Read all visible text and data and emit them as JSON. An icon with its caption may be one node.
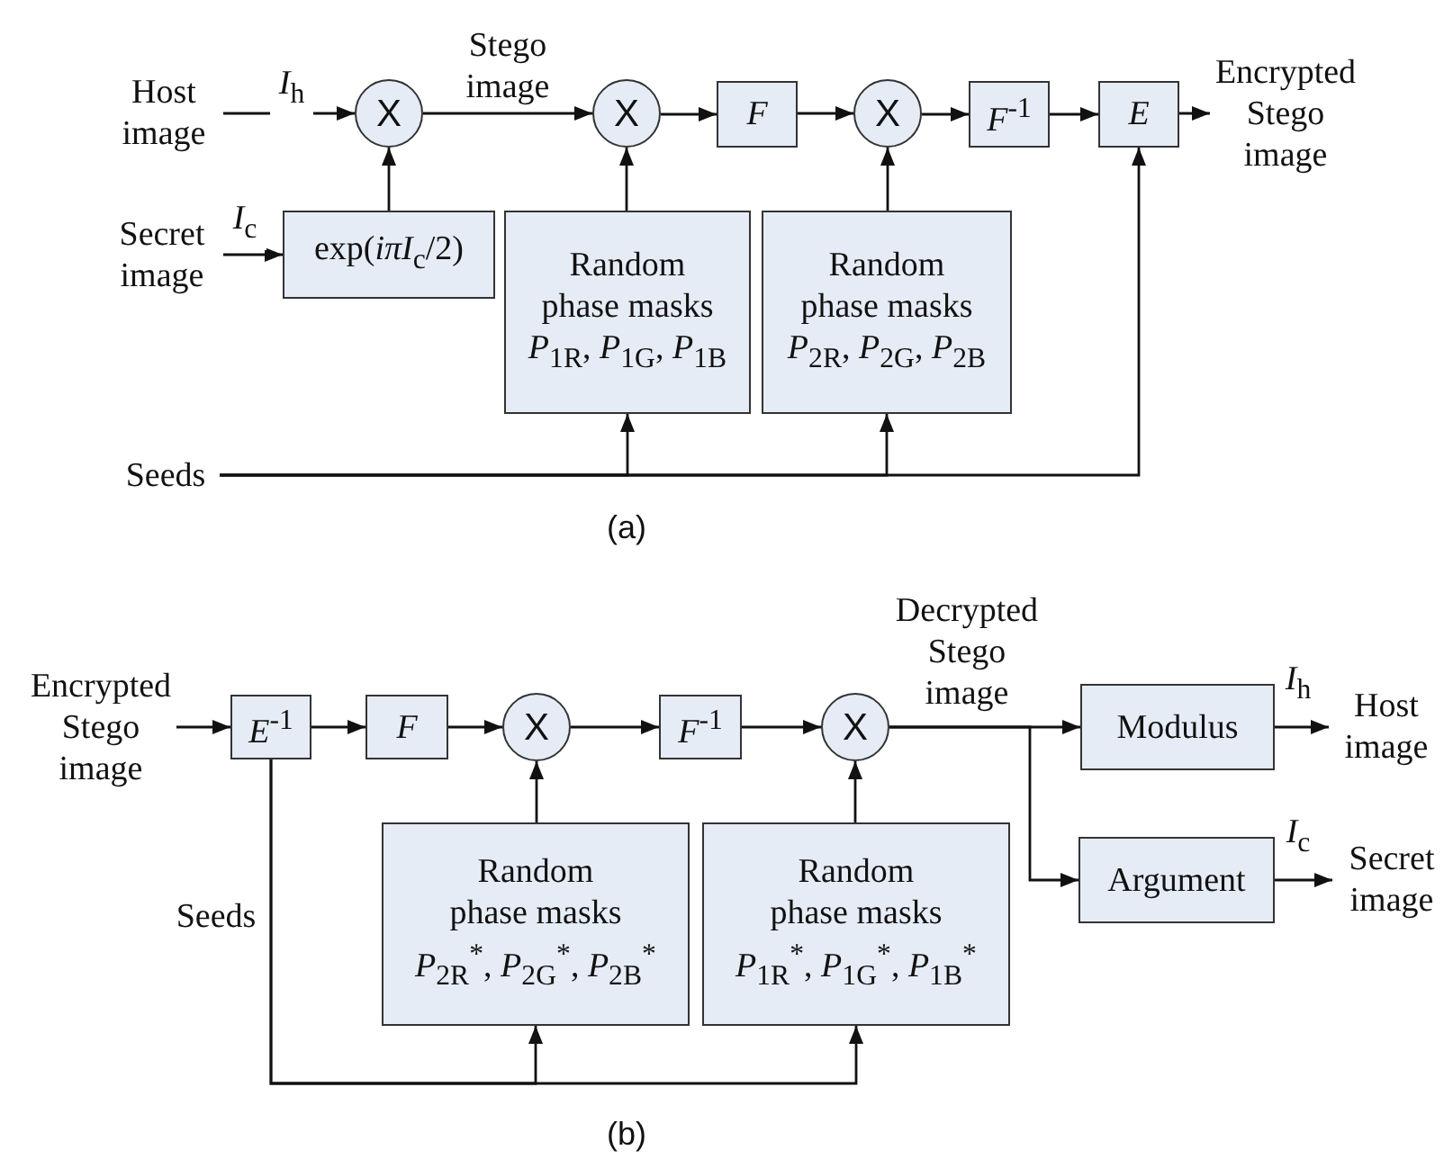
{
  "diagram": {
    "nodes": [
      {
        "text": [
          "Host image"
        ]
      },
      {
        "text": [
          "Secret image"
        ]
      },
      {
        "text": [
          "X"
        ]
      },
      {
        "text": [
          "exp(*iπI*$_{c}$/2)"
        ]
      },
      {
        "text": [
          "X"
        ]
      },
      {
        "text": [
          "Random phase masks",
          "*P*$_{1R}$, *P*$_{1G}$, *P*$_{1B}$"
        ]
      },
      {
        "text": [
          "F"
        ]
      },
      {
        "text": [
          "X"
        ]
      },
      {
        "text": [
          "Random phase masks",
          "*P*$_{2R}$, *P*$_{2G}$, *P*$_{2B}$"
        ]
      },
      {
        "text": [
          "*F*$^{-1}$"
        ]
      },
      {
        "text": [
          "E"
        ]
      },
      {
        "text": [
          "Encrypted Stego image"
        ]
      },
      {
        "text": [
          "Seeds"
        ]
      },
      {
        "text": [
          "Encrypted Stego image"
        ]
      },
      {
        "text": [
          "*E*$^{-1}$"
        ]
      },
      {
        "text": [
          "F"
        ]
      },
      {
        "text": [
          "X"
        ]
      },
      {
        "text": [
          "*F*$^{-1}$"
        ]
      },
      {
        "text": [
          "X"
        ]
      },
      {
        "text": [
          "Random phase masks",
          "*P*$_{2R}$$^{*}$, *P*$_{2G}$$^{*}$, *P*$_{2B}$$^{*}$"
        ]
      },
      {
        "text": [
          "Random phase masks",
          "*P*$_{1R}$$^{*}$, *P*$_{1G}$$^{*}$, *P*$_{1B}$$^{*}$"
        ]
      },
      {
        "text": [
          "Modulus"
        ]
      },
      {
        "text": [
          "Argument"
        ]
      },
      {
        "text": [
          "Host image"
        ]
      },
      {
        "text": [
          "Secret image"
        ]
      }
    ],
    "edges": [
      {
        "from": 0,
        "to": 2,
        "arrow": "to",
        "label": "*I*$_{h}$"
      },
      {
        "from": 1,
        "to": 3,
        "arrow": "to",
        "label": "*I*$_{c}$"
      },
      {
        "from": 3,
        "to": 2,
        "arrow": "to"
      },
      {
        "from": 2,
        "to": 4,
        "arrow": "to",
        "label": "Stego image"
      },
      {
        "from": 5,
        "to": 4,
        "arrow": "to"
      },
      {
        "from": 4,
        "to": 6,
        "arrow": "to"
      },
      {
        "from": 6,
        "to": 7,
        "arrow": "to"
      },
      {
        "from": 8,
        "to": 7,
        "arrow": "to"
      },
      {
        "from": 7,
        "to": 9,
        "arrow": "to"
      },
      {
        "from": 9,
        "to": 10,
        "arrow": "to"
      },
      {
        "from": 10,
        "to": 11,
        "arrow": "to"
      },
      {
        "from": 12,
        "to": 5,
        "arrow": "to"
      },
      {
        "from": 12,
        "to": 8,
        "arrow": "to"
      },
      {
        "from": 12,
        "to": 10,
        "arrow": "to"
      },
      {
        "from": 13,
        "to": 14,
        "arrow": "to"
      },
      {
        "from": 14,
        "to": 15,
        "arrow": "to"
      },
      {
        "from": 15,
        "to": 16,
        "arrow": "to"
      },
      {
        "from": 19,
        "to": 16,
        "arrow": "to"
      },
      {
        "from": 16,
        "to": 17,
        "arrow": "to"
      },
      {
        "from": 17,
        "to": 18,
        "arrow": "to"
      },
      {
        "from": 20,
        "to": 18,
        "arrow": "to"
      },
      {
        "from": 18,
        "to": 21,
        "arrow": "to",
        "label": "Decrypted Stego image"
      },
      {
        "from": 18,
        "to": 22,
        "arrow": "to"
      },
      {
        "from": 21,
        "to": 23,
        "arrow": "to",
        "label": "*I*$_{h}$"
      },
      {
        "from": 22,
        "to": 24,
        "arrow": "to",
        "label": "*I*$_{c}$"
      },
      {
        "from": 14,
        "to": 19,
        "arrow": "to",
        "label": "Seeds"
      },
      {
        "from": 14,
        "to": 20,
        "arrow": "to"
      }
    ],
    "labels": [
      "(a)",
      "(b)"
    ]
  }
}
